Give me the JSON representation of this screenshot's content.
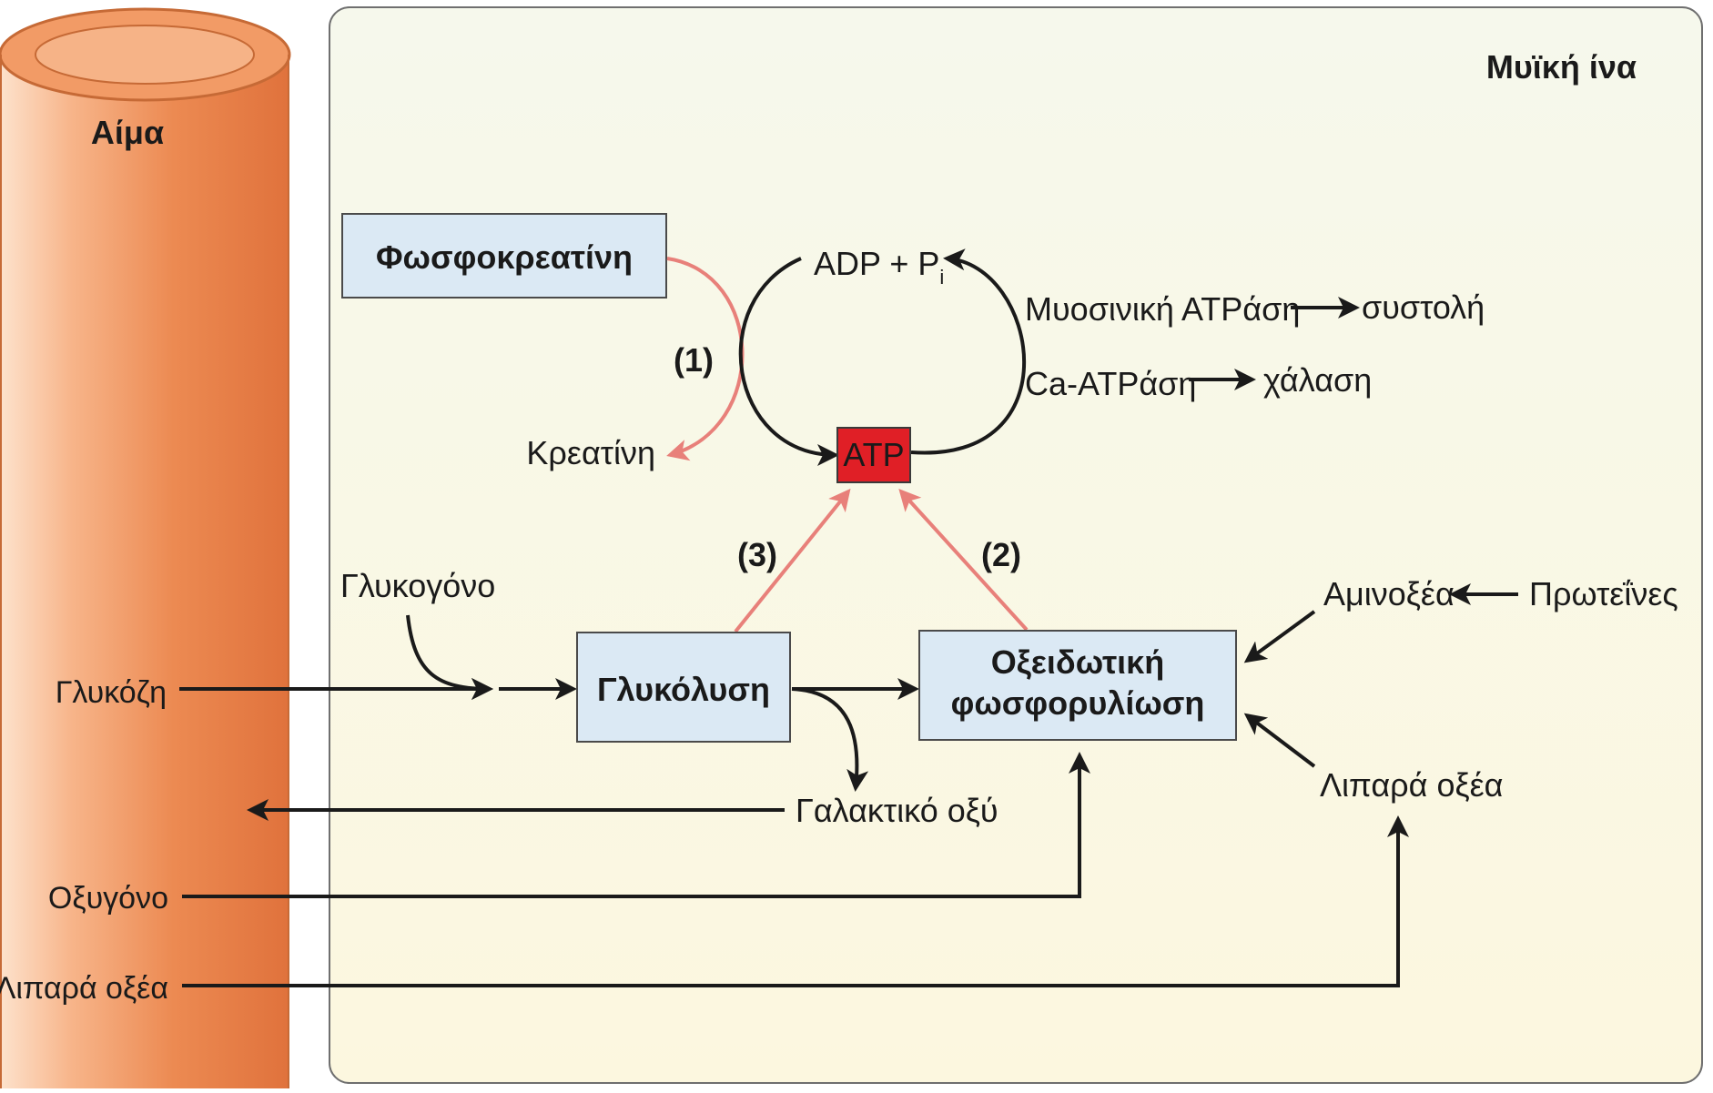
{
  "blood_vessel": {
    "title": "Αίμα",
    "labels": {
      "glucose": "Γλυκόζη",
      "oxygen": "Οξυγόνο",
      "fatty_acids": "Λιπαρά οξέα"
    }
  },
  "muscle_fiber": {
    "title": "Μυϊκή ίνα",
    "phosphocreatine": "Φωσφοκρεατίνη",
    "creatine": "Κρεατίνη",
    "adp": "ADP + P",
    "adp_sub": "i",
    "atp": "ATP",
    "myosin_atpase": "Μυοσινική ΑΤΡάση",
    "contraction": "συστολή",
    "ca_atpase": "Ca-ATPάση",
    "relaxation": "χάλαση",
    "glycogen": "Γλυκογόνο",
    "glycolysis": "Γλυκόλυση",
    "oxidative_line1": "Οξειδωτική",
    "oxidative_line2": "φωσφορυλίωση",
    "lactic_acid": "Γαλακτικό οξύ",
    "amino_acids": "Αμινοξέα",
    "proteins": "Πρωτεΐνες",
    "fatty_acids": "Λιπαρά οξέα",
    "pathway_1": "(1)",
    "pathway_2": "(2)",
    "pathway_3": "(3)"
  },
  "colors": {
    "vessel_light": "#fbd3b4",
    "vessel_dark": "#e2733a",
    "panel_bg": "#fbf9e6",
    "box_fill": "#dbe9f4",
    "atp_fill": "#e01f26",
    "pink_arrow": "#e8807a",
    "black_arrow": "#1a1a1a"
  }
}
